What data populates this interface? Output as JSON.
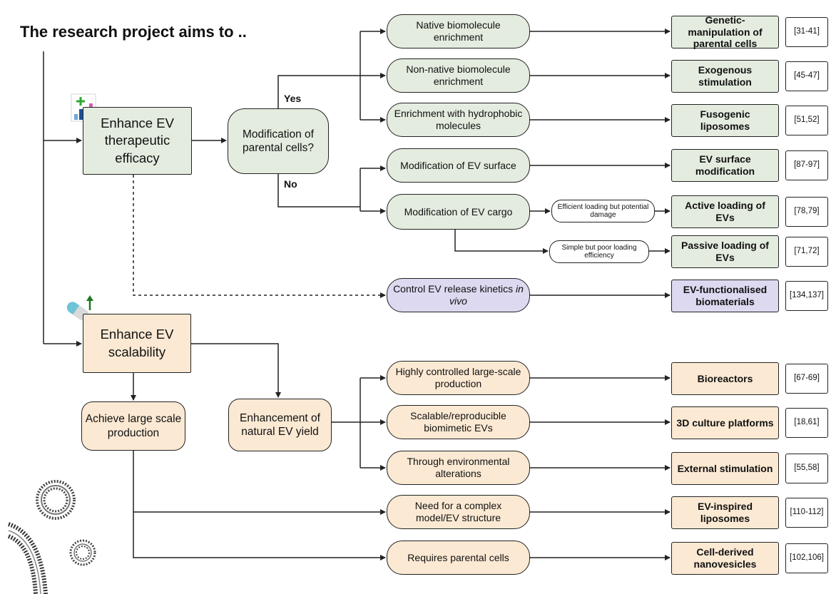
{
  "title": "The research project aims to ..",
  "branches": {
    "yes": "Yes",
    "no": "No"
  },
  "goals": {
    "efficacy": "Enhance EV therapeutic efficacy",
    "scalability": "Enhance EV scalability"
  },
  "questions": {
    "modification": "Modification of parental cells?",
    "large_scale": "Achieve large scale production",
    "natural_yield": "Enhancement of natural EV yield"
  },
  "aims": [
    {
      "text": "Native biomolecule enrichment",
      "result": "Genetic-manipulation of parental cells",
      "ref": "[31-41]"
    },
    {
      "text": "Non-native biomolecule enrichment",
      "result": "Exogenous stimulation",
      "ref": "[45-47]"
    },
    {
      "text": "Enrichment with hydrophobic molecules",
      "result": "Fusogenic liposomes",
      "ref": "[51,52]"
    },
    {
      "text": "Modification of EV surface",
      "result": "EV surface modification",
      "ref": "[87-97]"
    },
    {
      "text": "Modification of EV cargo",
      "result": "Active loading of EVs",
      "ref": "[78,79]"
    },
    {
      "text": "",
      "result": "Passive loading of EVs",
      "ref": "[71,72]"
    },
    {
      "text": "Control EV release kinetics",
      "text_em": "in vivo",
      "result": "EV-functionalised biomaterials",
      "ref": "[134,137]"
    },
    {
      "text": "Highly controlled large-scale production",
      "result": "Bioreactors",
      "ref": "[67-69]"
    },
    {
      "text": "Scalable/reproducible biomimetic EVs",
      "result": "3D culture platforms",
      "ref": "[18,61]"
    },
    {
      "text": "Through environmental alterations",
      "result": "External stimulation",
      "ref": "[55,58]"
    },
    {
      "text": "Need for a complex model/EV structure",
      "result": "EV-inspired liposomes",
      "ref": "[110-112]"
    },
    {
      "text": "Requires parental cells",
      "result": "Cell-derived nanovesicles",
      "ref": "[102,106]"
    }
  ],
  "loading_notes": {
    "active": "Efficient loading but potential damage",
    "passive": "Simple but poor loading efficiency"
  },
  "colors": {
    "green": "#e4ecdf",
    "peach": "#fbe9d3",
    "lilac": "#dcd9f0",
    "line": "#222222"
  },
  "icons": [
    "chart-icon",
    "pill-icon",
    "liposome-icon",
    "membrane-icon"
  ]
}
